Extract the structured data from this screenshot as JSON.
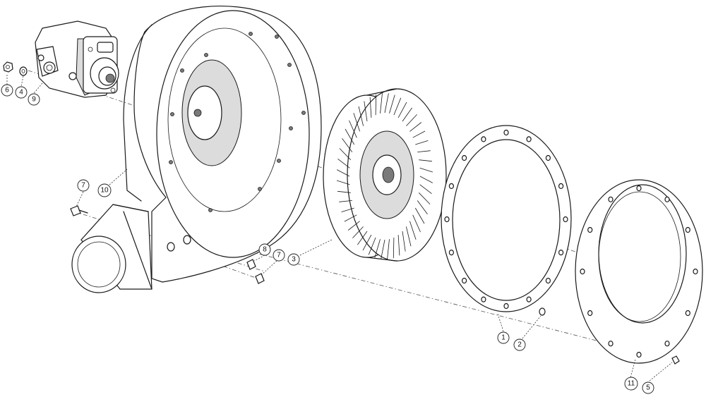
{
  "diagram": {
    "type": "exploded-view",
    "callouts": [
      {
        "id": "c6",
        "label": "6"
      },
      {
        "id": "c4",
        "label": "4"
      },
      {
        "id": "c9",
        "label": "9"
      },
      {
        "id": "c7a",
        "label": "7"
      },
      {
        "id": "c10",
        "label": "10"
      },
      {
        "id": "c8",
        "label": "8"
      },
      {
        "id": "c7b",
        "label": "7"
      },
      {
        "id": "c3",
        "label": "3"
      },
      {
        "id": "c1",
        "label": "1"
      },
      {
        "id": "c2",
        "label": "2"
      },
      {
        "id": "c11",
        "label": "11"
      },
      {
        "id": "c5",
        "label": "5"
      }
    ]
  }
}
